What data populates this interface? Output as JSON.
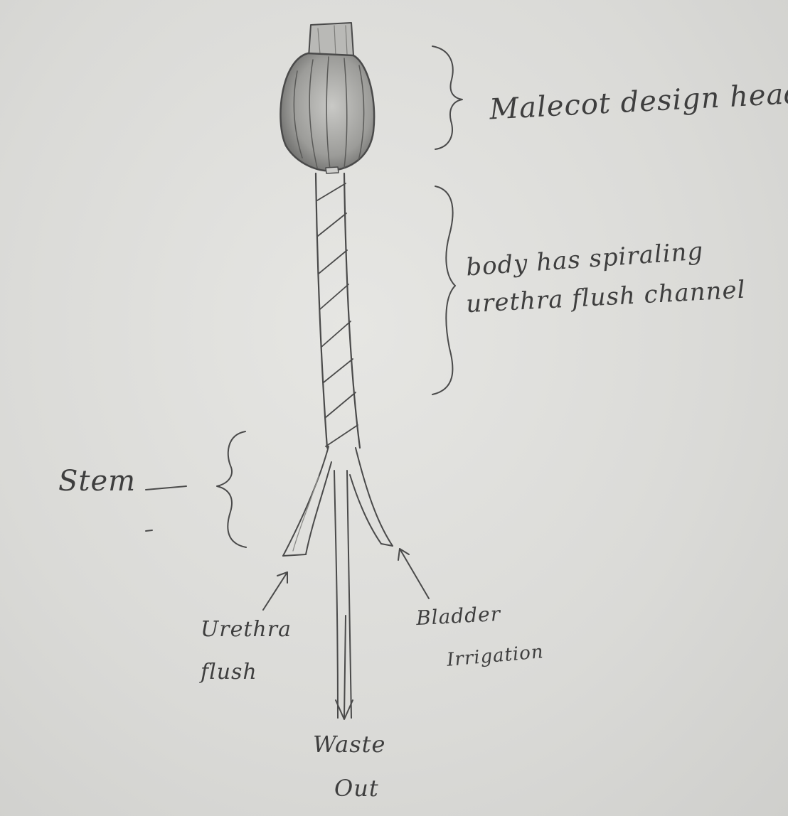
{
  "labels": {
    "head": "Malecot design head",
    "body_line1": "body has spiraling",
    "body_line2": "urethra flush channel",
    "stem": "Stem",
    "urethra_line1": "Urethra",
    "urethra_line2": "flush",
    "bladder_line1": "Bladder",
    "bladder_line2": "Irrigation",
    "waste_line1": "Waste",
    "waste_line2": "Out"
  },
  "colors": {
    "paper": "#dedede",
    "pencil": "#4a4a4a",
    "shading": "#8a8a8a"
  }
}
